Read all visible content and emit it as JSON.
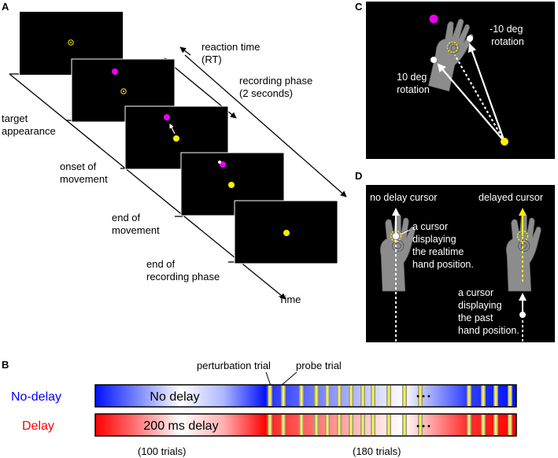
{
  "panels": {
    "A": {
      "letter": "A",
      "labels": {
        "reaction_time": [
          "reaction time",
          "(RT)"
        ],
        "recording_phase": [
          "recording phase",
          "(2 seconds)"
        ],
        "target_appearance": [
          "target",
          "appearance"
        ],
        "onset_of_movement": [
          "onset of",
          "movement"
        ],
        "end_of_movement": [
          "end of",
          "movement"
        ],
        "end_of_recording": [
          "end of",
          "recording phase"
        ],
        "time": "Time"
      }
    },
    "B": {
      "letter": "B",
      "perturbation_label": "perturbation trial",
      "probe_label": "probe trial",
      "rows": [
        {
          "condition": "No-delay",
          "bar_text": "No delay",
          "color": "#0000ff"
        },
        {
          "condition": "Delay",
          "bar_text": "200 ms delay",
          "color": "#ff0000"
        }
      ],
      "ellipsis": "• • •",
      "trials_left": "(100 trials)",
      "trials_right": "(180 trials)"
    },
    "C": {
      "letter": "C",
      "rot_neg": [
        "-10 deg",
        "rotation"
      ],
      "rot_pos": [
        "10 deg",
        "rotation"
      ]
    },
    "D": {
      "letter": "D",
      "no_delay_cursor": "no delay cursor",
      "delayed_cursor": "delayed cursor",
      "realtime_desc": [
        "a cursor",
        "displaying",
        "the realtime",
        "hand position."
      ],
      "past_desc": [
        "a cursor",
        "displaying",
        "the past",
        "hand position."
      ]
    }
  },
  "colors": {
    "target_magenta": "#ee00ee",
    "cursor_yellow": "#ffee00",
    "probe_yellow": "#f2ee66",
    "hand_gray": "#8c8c8c"
  }
}
